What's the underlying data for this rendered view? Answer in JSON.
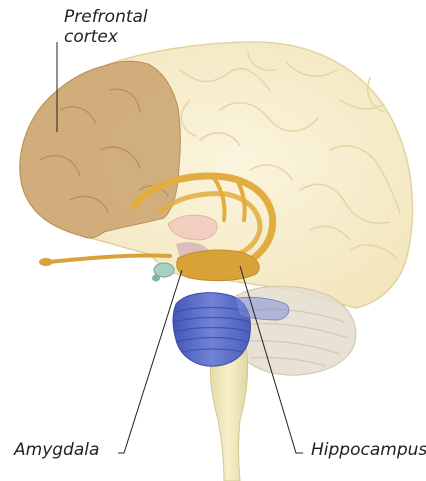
{
  "labels": {
    "prefrontal_line1": "Prefrontal",
    "prefrontal_line2": "cortex",
    "amygdala": "Amygdala",
    "hippocampus": "Hippocampus"
  },
  "colors": {
    "brain_fill": "#f6ecc8",
    "brain_outline": "#e2d2a0",
    "prefrontal": "#caa26e",
    "limbic": "#e2ad3e",
    "cerebellum": "#e4ddcc",
    "pons": "#5b6fcb",
    "brainstem": "#ede6b5",
    "thalamus": "#f0c8bc",
    "leader_line": "#222222"
  }
}
